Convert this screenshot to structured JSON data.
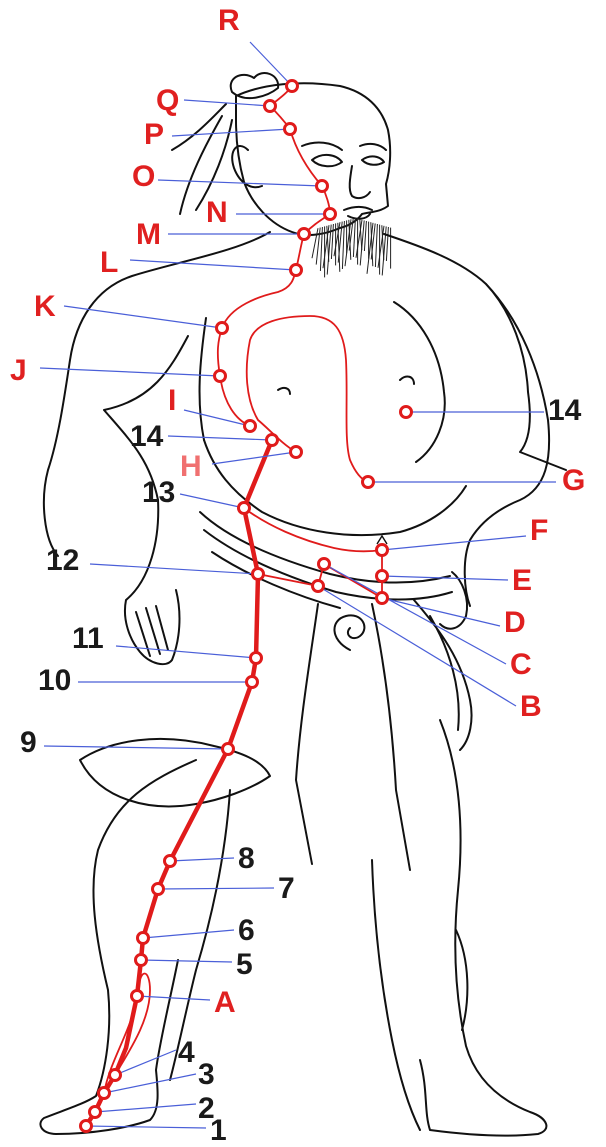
{
  "figure": {
    "line_color": "#e01b1b",
    "leader_color": "#4a5fd8",
    "outline_color": "#111111"
  },
  "labels": {
    "R": "R",
    "Q": "Q",
    "P": "P",
    "O": "O",
    "N": "N",
    "M": "M",
    "L": "L",
    "K": "K",
    "J": "J",
    "I": "I",
    "H": "H",
    "G": "G",
    "F": "F",
    "E": "E",
    "D": "D",
    "C": "C",
    "B": "B",
    "A": "A",
    "n14_left": "14",
    "n14_right": "14",
    "n13": "13",
    "n12": "12",
    "n11": "11",
    "n10": "10",
    "n9": "9",
    "n8": "8",
    "n7": "7",
    "n6": "6",
    "n5": "5",
    "n4": "4",
    "n3": "3",
    "n2": "2",
    "n1": "1"
  }
}
